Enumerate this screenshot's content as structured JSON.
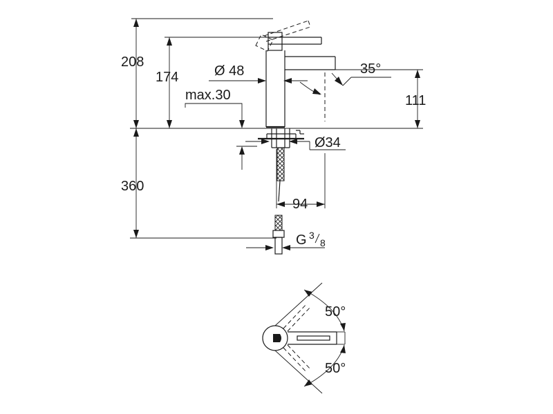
{
  "dimensions": {
    "total_height": "208",
    "body_height": "174",
    "body_diameter": "Ø 48",
    "max_thickness": "max.30",
    "spout_angle": "35°",
    "spout_height": "111",
    "shank_diameter": "Ø34",
    "hose_length": "360",
    "reach": "94",
    "thread_letter": "G",
    "thread_num": "3",
    "thread_den": "8",
    "lever_angle_top": "50°",
    "lever_angle_bottom": "50°"
  }
}
